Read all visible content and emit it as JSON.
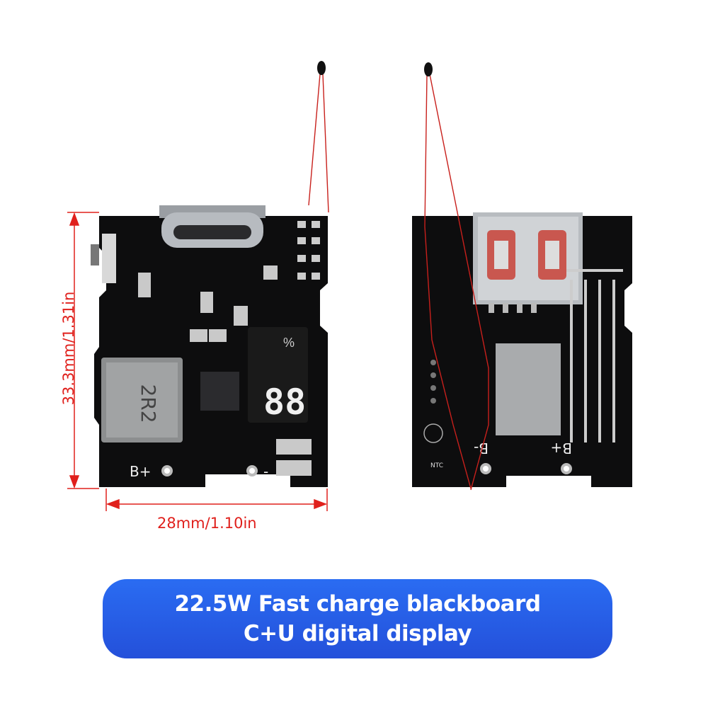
{
  "dimensions": {
    "height_label": "33.3mm/1.31in",
    "width_label": "28mm/1.10in",
    "line_color": "#e0201c"
  },
  "banner": {
    "line1": "22.5W Fast charge blackboard",
    "line2": "C+U digital display",
    "color": "#2a5ee6"
  },
  "front_board": {
    "inductor_marking": "2R2",
    "pad_labels": [
      "B+",
      "-"
    ]
  },
  "back_board": {
    "pad_labels": [
      "B-",
      "B+"
    ],
    "ntc_label": "NTC"
  }
}
